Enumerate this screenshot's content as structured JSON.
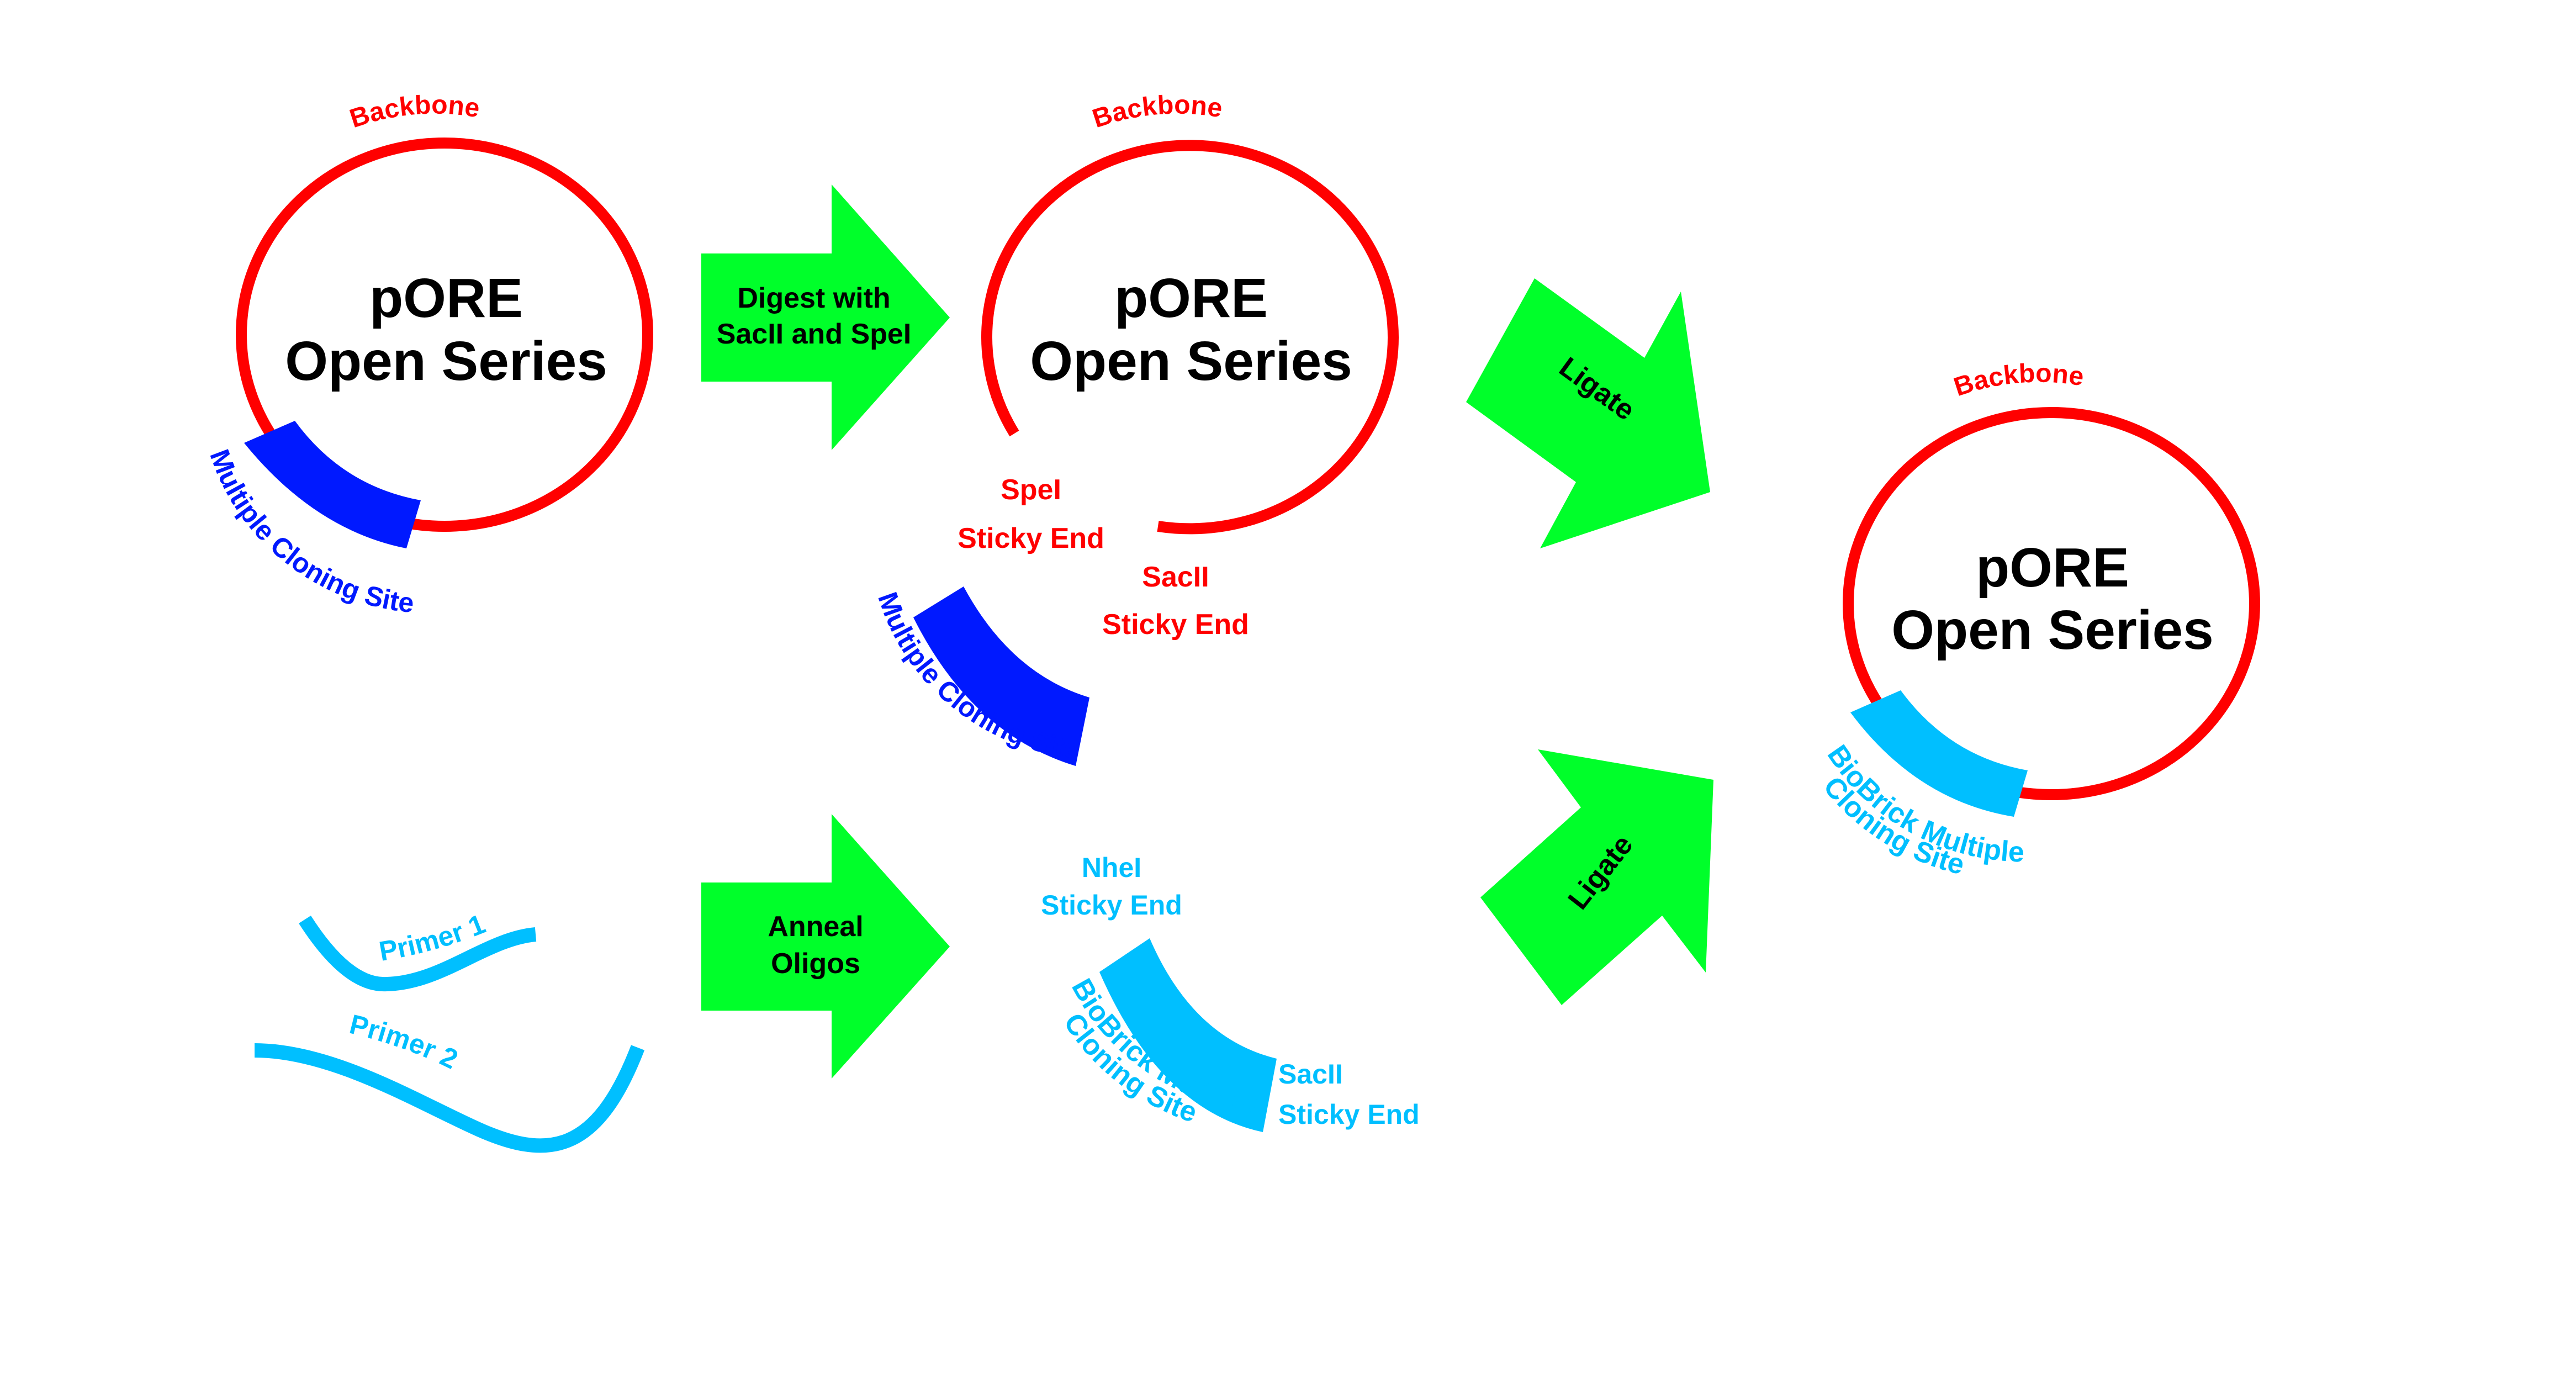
{
  "colors": {
    "backbone": "#FF0000",
    "mcs": "#0019FF",
    "biobrick": "#00BFFF",
    "arrow": "#00FF2A",
    "text": "#000000"
  },
  "plasmid_original": {
    "title_line1": "pORE",
    "title_line2": "Open Series",
    "backbone_label": "Backbone",
    "insert_label": "Multiple Cloning Site"
  },
  "step_digest": {
    "label_line1": "Digest with",
    "label_line2": "SacII and SpeI"
  },
  "plasmid_digested": {
    "title_line1": "pORE",
    "title_line2": "Open Series",
    "backbone_label": "Backbone",
    "spei_line1": "SpeI",
    "spei_line2": "Sticky End",
    "sacii_line1": "SacII",
    "sacii_line2": "Sticky End",
    "removed_fragment_label": "Multiple Cloning Site"
  },
  "primers": {
    "primer1_label": "Primer 1",
    "primer2_label": "Primer 2"
  },
  "step_anneal": {
    "label_line1": "Anneal",
    "label_line2": "Oligos"
  },
  "biobrick_insert": {
    "nhei_line1": "NheI",
    "nhei_line2": "Sticky End",
    "sacii_line1": "SacII",
    "sacii_line2": "Sticky End",
    "label_line1": "BioBrick Multiple",
    "label_line2": "Cloning Site"
  },
  "step_ligate_top": {
    "label": "Ligate"
  },
  "step_ligate_bottom": {
    "label": "Ligate"
  },
  "plasmid_final": {
    "title_line1": "pORE",
    "title_line2": "Open Series",
    "backbone_label": "Backbone",
    "insert_line1": "BioBrick Multiple",
    "insert_line2": "Cloning Site"
  }
}
